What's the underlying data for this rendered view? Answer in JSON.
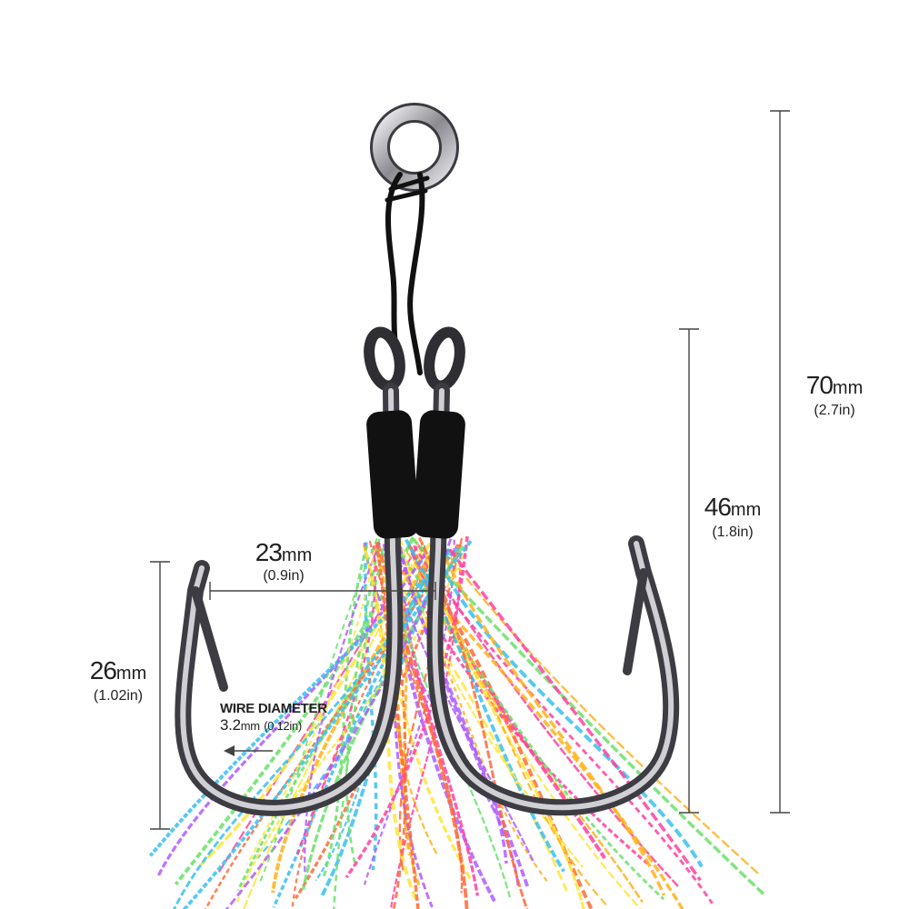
{
  "colors": {
    "background": "#ffffff",
    "steel": "#5a5a60",
    "steel_light": "#d8d8dc",
    "cord": "#111111",
    "dimension_line": "#444444",
    "skirt": [
      "#ff3fa0",
      "#ffb21a",
      "#37c0f0",
      "#b05cff",
      "#ffe53a",
      "#ff6a3a",
      "#6ae06a"
    ]
  },
  "dimensions": {
    "total_length": {
      "value": "70",
      "unit": "mm",
      "imperial": "(2.7in)"
    },
    "shank_length": {
      "value": "46",
      "unit": "mm",
      "imperial": "(1.8in)"
    },
    "gap_width": {
      "value": "23",
      "unit": "mm",
      "imperial": "(0.9in)"
    },
    "point_length": {
      "value": "26",
      "unit": "mm",
      "imperial": "(1.02in)"
    },
    "wire": {
      "title": "WIRE DIAMETER",
      "value": "3.2",
      "unit": "mm",
      "imperial": "(0.12in)"
    }
  },
  "icons": [
    "split-ring-icon",
    "double-assist-hook-icon",
    "tinsel-skirt-icon",
    "arrow-left-icon"
  ]
}
